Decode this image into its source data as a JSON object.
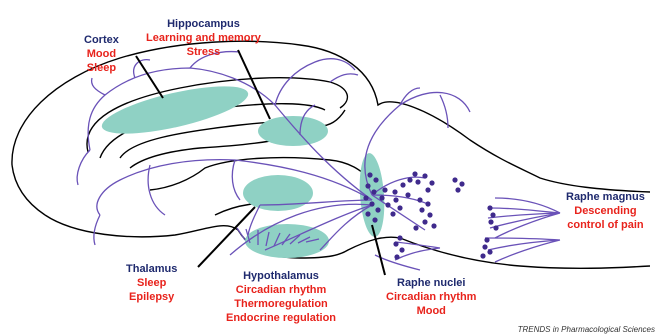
{
  "regions": {
    "cortex": {
      "title": "Cortex",
      "functions": [
        "Mood",
        "Sleep"
      ]
    },
    "hippocampus": {
      "title": "Hippocampus",
      "functions": [
        "Learning and memory",
        "Stress"
      ]
    },
    "thalamus": {
      "title": "Thalamus",
      "functions": [
        "Sleep",
        "Epilepsy"
      ]
    },
    "hypothalamus": {
      "title": "Hypothalamus",
      "functions": [
        "Circadian rhythm",
        "Thermoregulation",
        "Endocrine regulation"
      ]
    },
    "raphe_nuclei": {
      "title": "Raphe nuclei",
      "functions": [
        "Circadian rhythm",
        "Mood"
      ]
    },
    "raphe_magnus": {
      "title": "Raphe magnus",
      "functions": [
        "Descending",
        "control of pain"
      ]
    }
  },
  "credit": "TRENDS in Pharmacological Sciences",
  "colors": {
    "title": "#1f2a6e",
    "function": "#e8231c",
    "region": "#8fd1c4",
    "pathway": "#6a52b8",
    "nucleus": "#3f2a8c",
    "outline": "#000000"
  }
}
